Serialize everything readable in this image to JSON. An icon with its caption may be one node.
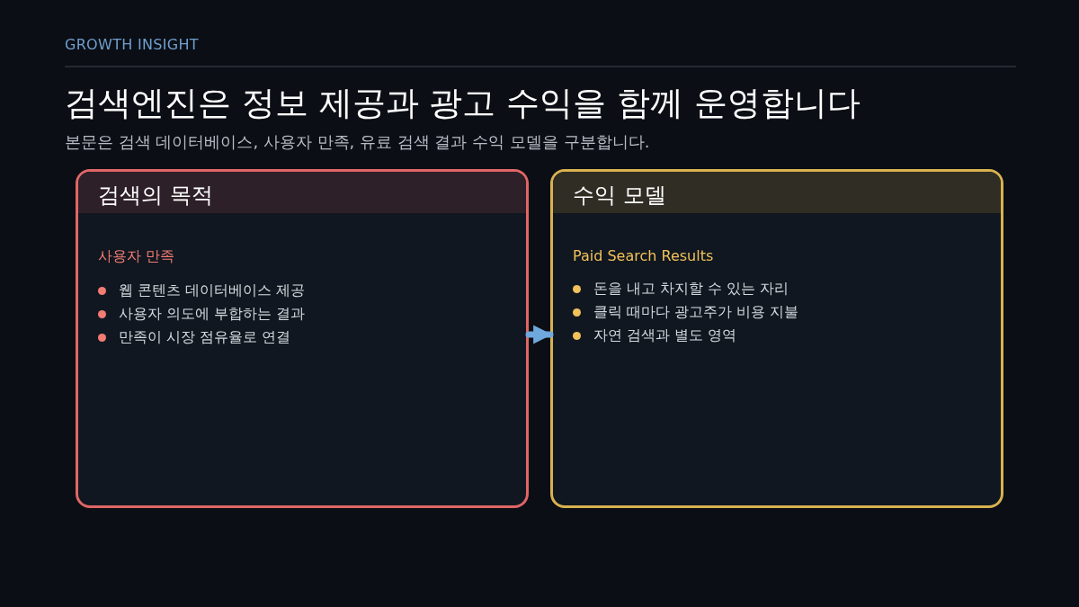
{
  "diagram": {
    "title": "검색엔진은 정보 제공과 광고 수익을 함께 운영합니다",
    "nodes": [
      {
        "text": [
          "검색의 목적",
          "사용자 만족",
          "웹 콘텐츠 데이터베이스 제공",
          "사용자 의도에 부합하는 결과",
          "만족이 시장 점유율로 연결"
        ]
      },
      {
        "text": [
          "수익 모델",
          "Paid Search Results",
          "돈을 내고 차지할 수 있는 자리",
          "클릭 때마다 광고주가 비용 지불",
          "자연 검색과 별도 영역"
        ]
      }
    ],
    "edges": [
      {
        "from": 0,
        "to": 1,
        "arrow": "to"
      }
    ],
    "labels": [
      "GROWTH INSIGHT",
      "본문은 검색 데이터베이스, 사용자 만족, 유료 검색 결과 수익 모델을 구분합니다."
    ]
  }
}
